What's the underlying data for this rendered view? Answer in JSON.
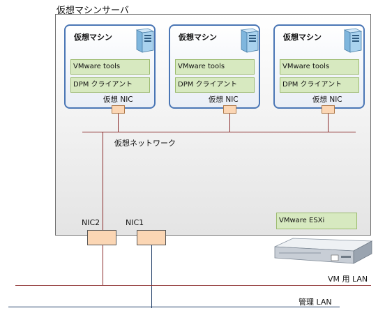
{
  "server": {
    "title": "仮想マシンサーバ"
  },
  "vms": [
    {
      "title": "仮想マシン",
      "tools": "VMware tools",
      "client": "DPM クライアント",
      "nic": "仮想 NIC"
    },
    {
      "title": "仮想マシン",
      "tools": "VMware tools",
      "client": "DPM クライアント",
      "nic": "仮想 NIC"
    },
    {
      "title": "仮想マシン",
      "tools": "VMware tools",
      "client": "DPM クライアント",
      "nic": "仮想 NIC"
    }
  ],
  "virtual_network": {
    "label": "仮想ネットワーク"
  },
  "nics": [
    {
      "label": "NIC2"
    },
    {
      "label": "NIC1"
    }
  ],
  "esxi": {
    "label": "VMware ESXi"
  },
  "networks": {
    "vm_lan": "VM 用 LAN",
    "mgmt_lan": "管理 LAN"
  },
  "icons": {
    "pc": "pc-tower-icon",
    "server": "rack-server-icon"
  },
  "colors": {
    "vm_border": "#4a76b5",
    "software_fill": "#d7e9c0",
    "nic_fill": "#fbd6b4",
    "vm_lan_line": "#8a2b2b",
    "mgmt_lan_line": "#1f3d66"
  }
}
